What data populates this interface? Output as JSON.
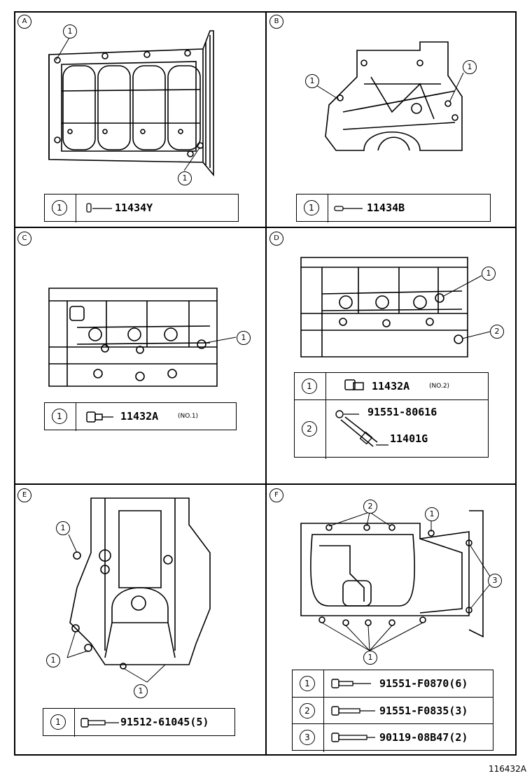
{
  "figure_id": "116432A",
  "panels": [
    {
      "id": "A",
      "callouts": [
        "1",
        "1"
      ],
      "parts": [
        {
          "index": "1",
          "numbers": [
            "11434Y"
          ],
          "note": ""
        }
      ]
    },
    {
      "id": "B",
      "callouts": [
        "1",
        "1"
      ],
      "parts": [
        {
          "index": "1",
          "numbers": [
            "11434B"
          ],
          "note": ""
        }
      ]
    },
    {
      "id": "C",
      "callouts": [
        "1"
      ],
      "parts": [
        {
          "index": "1",
          "numbers": [
            "11432A"
          ],
          "note": "(NO.1)"
        }
      ]
    },
    {
      "id": "D",
      "callouts": [
        "1",
        "2"
      ],
      "parts": [
        {
          "index": "1",
          "numbers": [
            "11432A"
          ],
          "note": "(NO.2)"
        },
        {
          "index": "2",
          "numbers": [
            "91551-80616",
            "11401G"
          ],
          "note": ""
        }
      ]
    },
    {
      "id": "E",
      "callouts": [
        "1",
        "1",
        "1"
      ],
      "parts": [
        {
          "index": "1",
          "numbers": [
            "91512-61045(5)"
          ],
          "note": ""
        }
      ]
    },
    {
      "id": "F",
      "callouts": [
        "2",
        "1",
        "3",
        "1"
      ],
      "parts": [
        {
          "index": "1",
          "numbers": [
            "91551-F0870(6)"
          ],
          "note": ""
        },
        {
          "index": "2",
          "numbers": [
            "91551-F0835(3)"
          ],
          "note": ""
        },
        {
          "index": "3",
          "numbers": [
            "90119-08B47(2)"
          ],
          "note": ""
        }
      ]
    }
  ]
}
